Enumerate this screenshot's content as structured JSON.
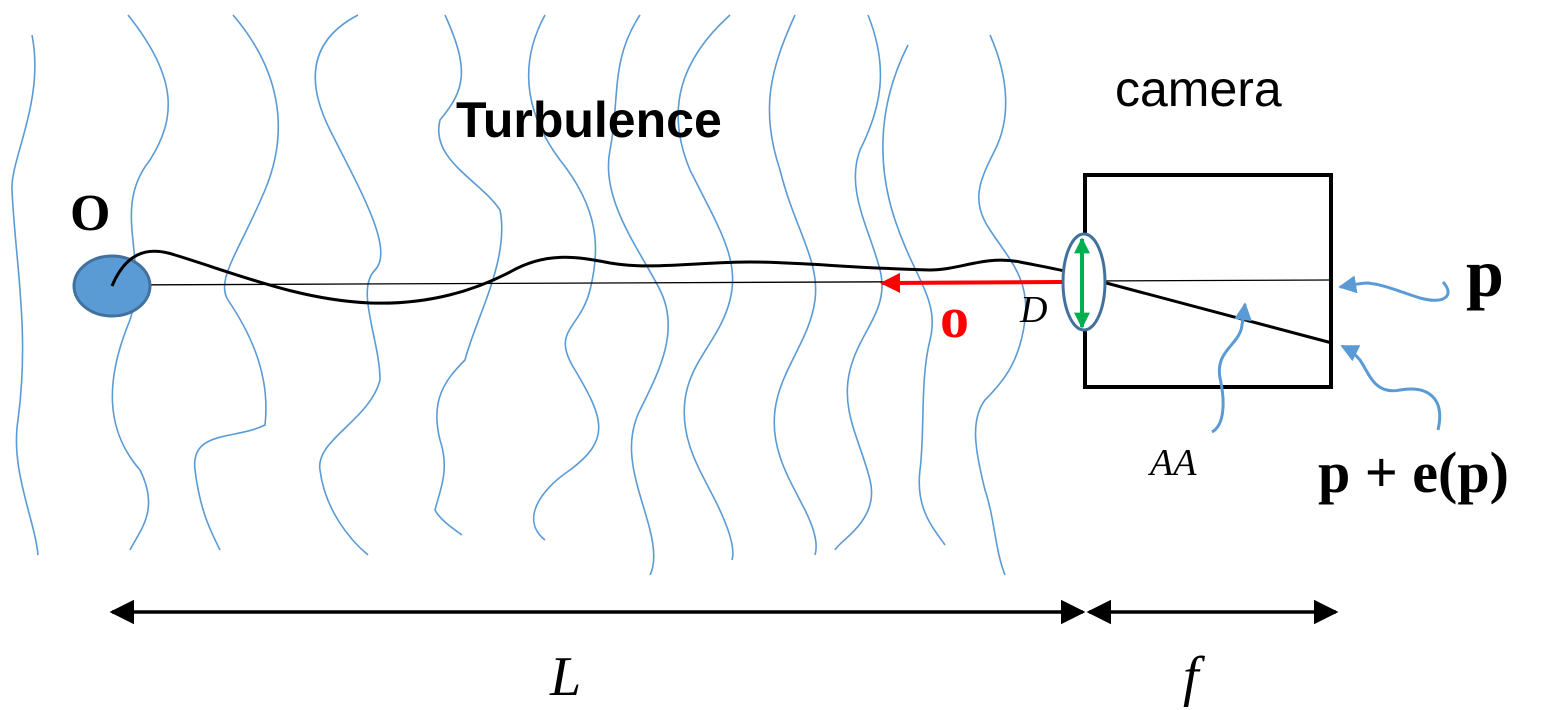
{
  "labels": {
    "turbulence": "Turbulence",
    "camera": "camera",
    "object_point": "O",
    "optical_vector": "o",
    "aperture": "D",
    "pixel": "p",
    "displaced_pixel": "p + e(p)",
    "angle_of_arrival": "AA",
    "distance": "L",
    "focal_length": "f"
  },
  "colors": {
    "turbulence_lines": "#5b9bd5",
    "object_fill": "#5b9bd5",
    "object_stroke": "#41719c",
    "optical_vector": "#ff0000",
    "aperture_arrow": "#00b050",
    "annotation_arrows": "#5b9bd5",
    "ray": "#000000"
  }
}
